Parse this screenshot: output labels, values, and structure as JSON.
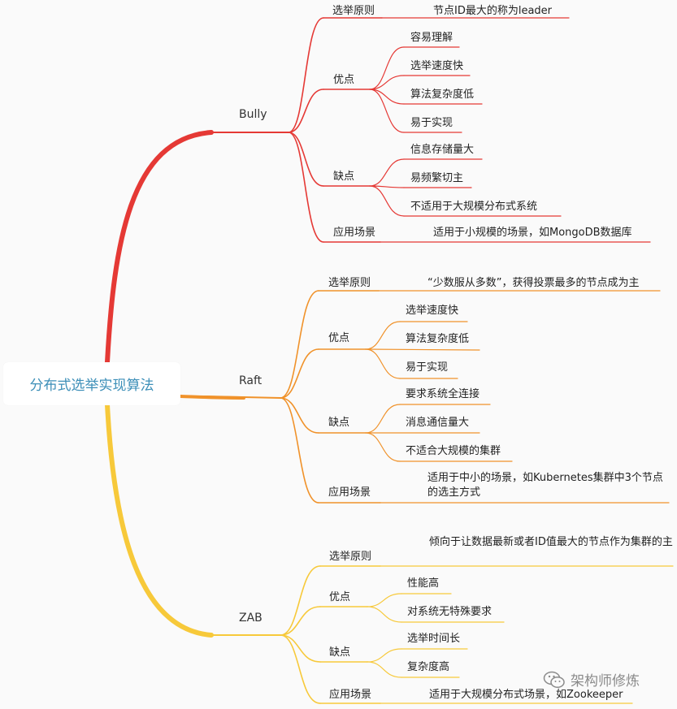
{
  "root": "分布式选举实现算法",
  "branches": [
    {
      "name": "Bully",
      "color": "#e53935",
      "categories": [
        {
          "label": "选举原则",
          "items": [
            "节点ID最大的称为leader"
          ]
        },
        {
          "label": "优点",
          "items": [
            "容易理解",
            "选举速度快",
            "算法复杂度低",
            "易于实现"
          ]
        },
        {
          "label": "缺点",
          "items": [
            "信息存储量大",
            "易频繁切主",
            "不适用于大规模分布式系统"
          ]
        },
        {
          "label": "应用场景",
          "items": [
            "适用于小规模的场景，如MongoDB数据库"
          ]
        }
      ]
    },
    {
      "name": "Raft",
      "color": "#f0922a",
      "categories": [
        {
          "label": "选举原则",
          "items": [
            "“少数服从多数”，获得投票最多的节点成为主"
          ]
        },
        {
          "label": "优点",
          "items": [
            "选举速度快",
            "算法复杂度低",
            "易于实现"
          ]
        },
        {
          "label": "缺点",
          "items": [
            "要求系统全连接",
            "消息通信量大",
            "不适合大规模的集群"
          ]
        },
        {
          "label": "应用场景",
          "items": [
            "适用于中小的场景，如Kubernetes集群中3个节点的选主方式"
          ]
        }
      ]
    },
    {
      "name": "ZAB",
      "color": "#f7c93a",
      "categories": [
        {
          "label": "选举原则",
          "items": [
            "倾向于让数据最新或者ID值最大的节点作为集群的主"
          ]
        },
        {
          "label": "优点",
          "items": [
            "性能高",
            "对系统无特殊要求"
          ]
        },
        {
          "label": "缺点",
          "items": [
            "选举时间长",
            "复杂度高"
          ]
        },
        {
          "label": "应用场景",
          "items": [
            "适用于大规模分布式场景，如Zookeeper"
          ]
        }
      ]
    }
  ],
  "watermark": {
    "text": "架构师修炼",
    "icon": "wechat-icon"
  }
}
